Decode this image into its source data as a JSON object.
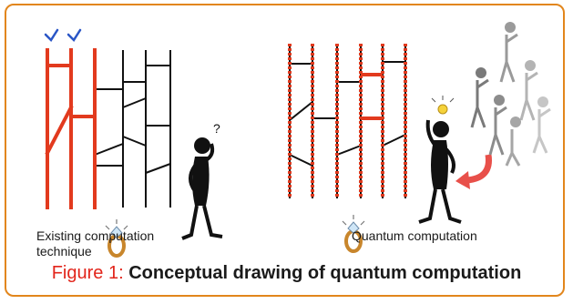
{
  "left_label": "Existing computation technique",
  "right_label": "Quantum computation",
  "caption": {
    "label": "Figure 1:",
    "text": "Conceptual drawing of quantum computation"
  },
  "colors": {
    "frame": "#e2861c",
    "path_red": "#e23a1e",
    "line_black": "#111111",
    "caption_red": "#e2251b",
    "check_blue": "#2a56c6",
    "arrow": "#e8504a",
    "ring_gold": "#c8862c"
  },
  "icons": [
    "checkmark-icon",
    "ring-icon",
    "thinking-person-icon",
    "lightbulb-icon",
    "curved-arrow-icon"
  ]
}
